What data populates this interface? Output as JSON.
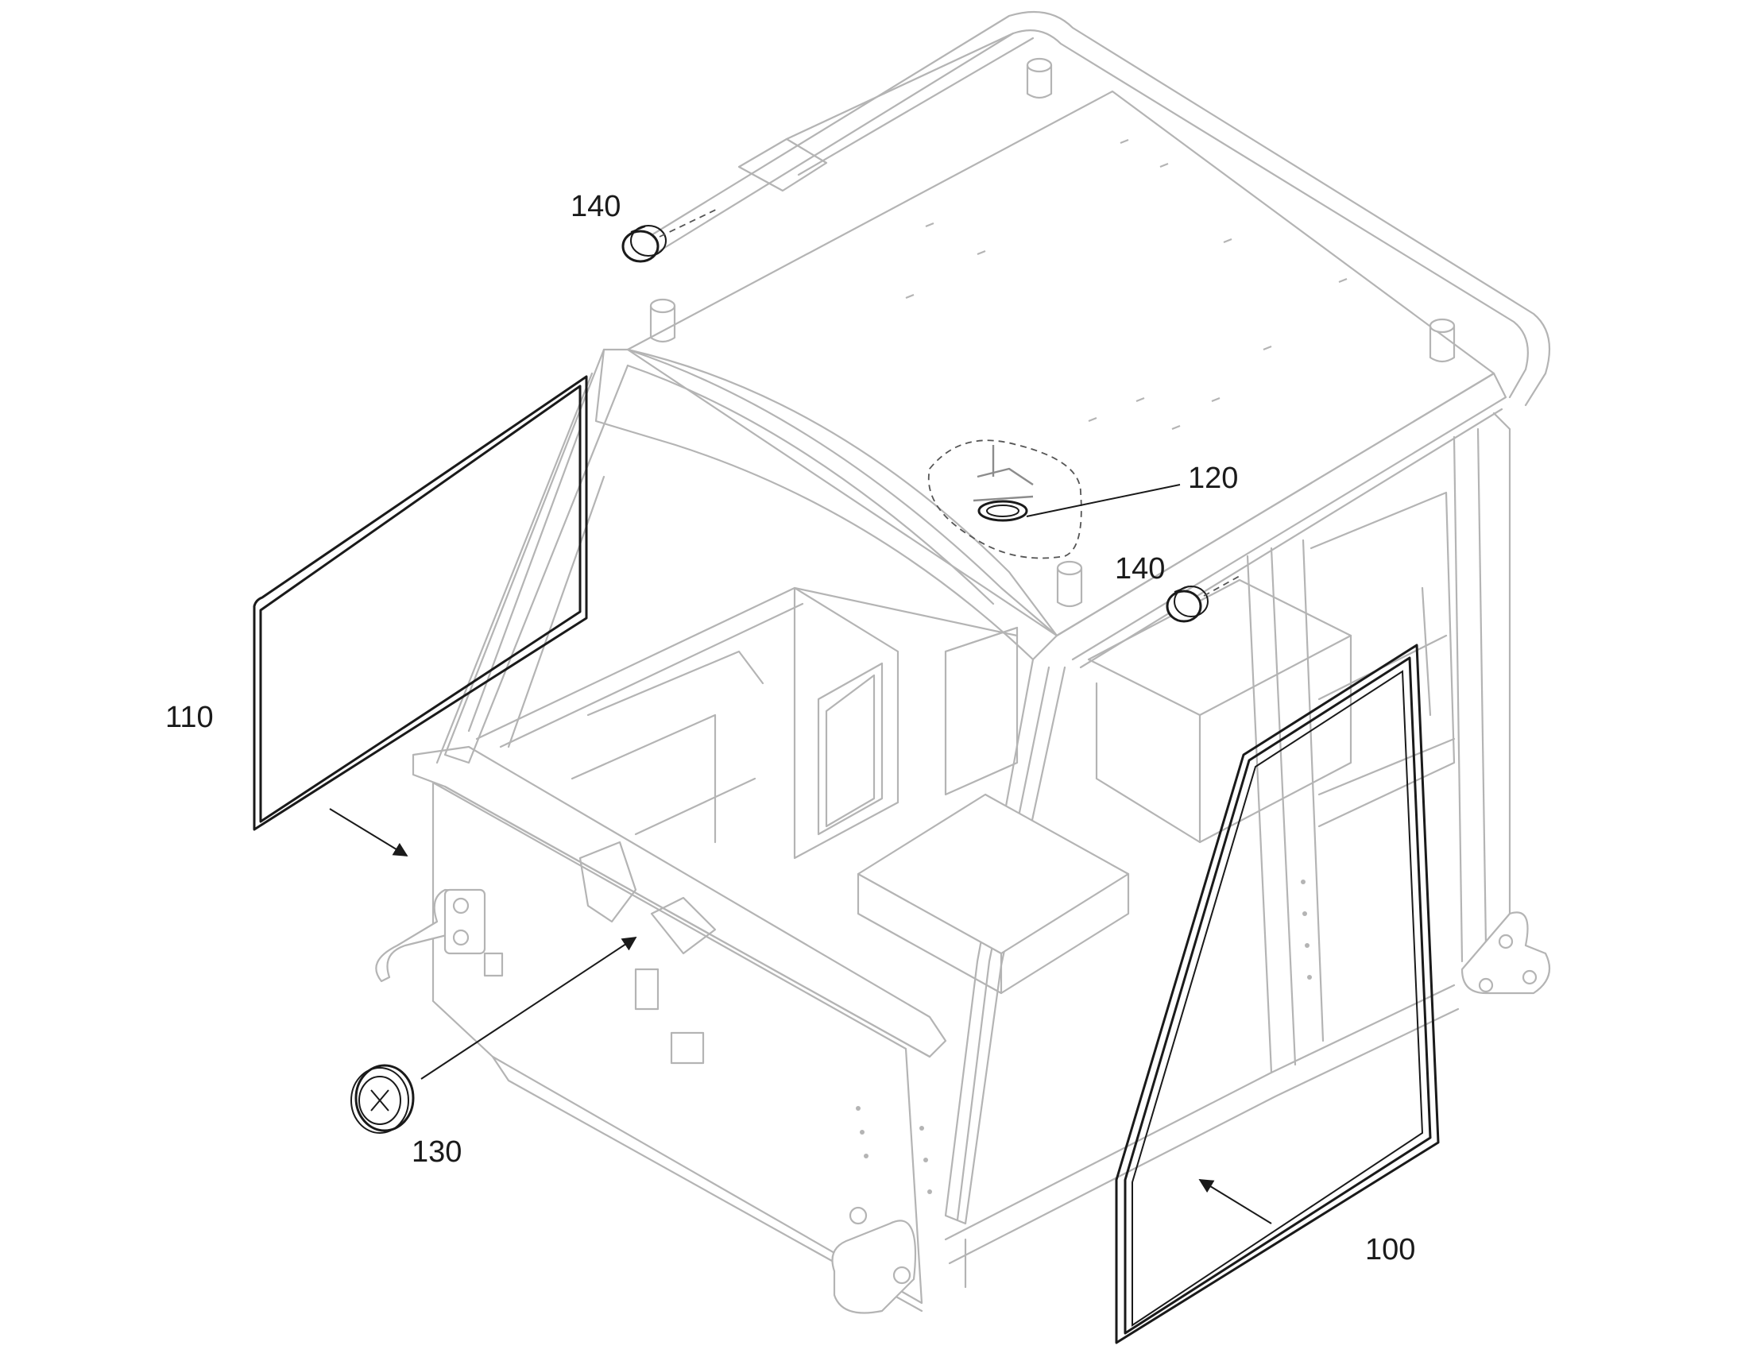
{
  "figure": {
    "kind": "patent-style exploded line drawing",
    "callouts": {
      "door_seal": "100",
      "side_window_seal": "110",
      "roof_fitting": "120",
      "grommet_plug": "130",
      "top_plug": "140",
      "side_plug": "140"
    }
  },
  "colors": {
    "structure_line": "#b4b4b4",
    "part_line": "#1a1a1a",
    "background": "#ffffff"
  }
}
